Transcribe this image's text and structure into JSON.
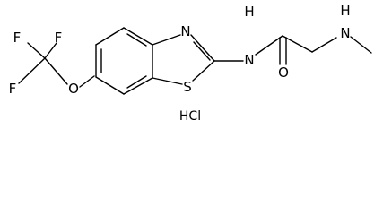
{
  "molecule": {
    "atoms": {
      "F_top_left": "F",
      "F_top_right": "F",
      "F_left": "F",
      "O_ether": "O",
      "N_thiazole": "N",
      "S_thiazole": "S",
      "NH_amide": "H",
      "N_amide": "N",
      "O_carbonyl": "O",
      "NH_amine": "H",
      "N_amine": "N"
    },
    "salt": "HCl"
  }
}
